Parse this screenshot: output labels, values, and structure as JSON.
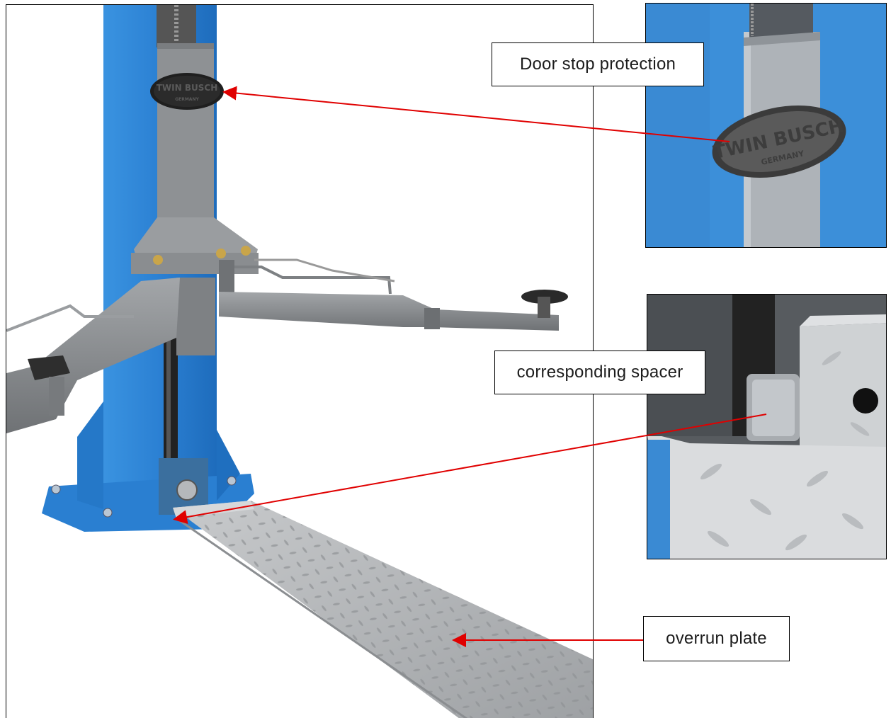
{
  "callouts": {
    "door_stop": "Door stop protection",
    "spacer": "corresponding spacer",
    "overrun": "overrun plate"
  },
  "logo": {
    "brand": "TWIN BUSCH",
    "country": "GERMANY"
  },
  "colors": {
    "column_blue": "#2f86d6",
    "arm_grey": "#8c8f92",
    "arrow_red": "#e00000",
    "plate_grey": "#b9bbbd"
  }
}
